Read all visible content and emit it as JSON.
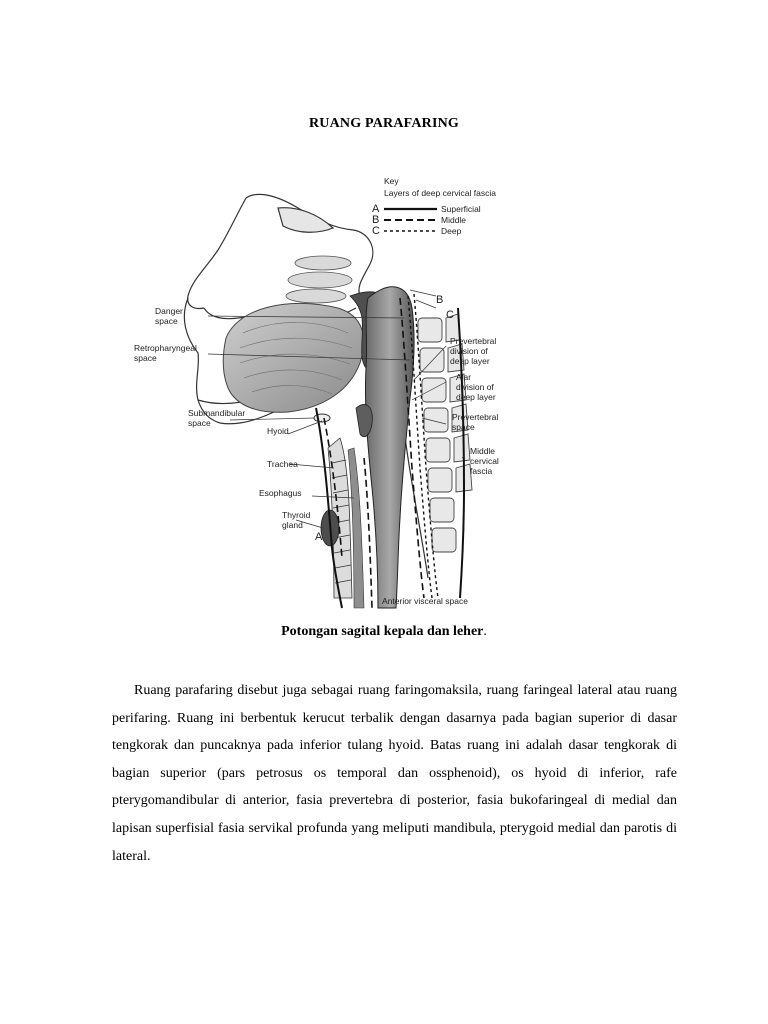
{
  "document": {
    "title": "RUANG PARAFARING",
    "caption": "Potongan sagital kepala dan leher",
    "caption_suffix": ".",
    "paragraph": "Ruang parafaring disebut juga sebagai ruang faringomaksila, ruang faringeal lateral atau ruang perifaring. Ruang ini berbentuk kerucut terbalik dengan dasarnya pada bagian superior di dasar tengkorak dan puncaknya pada inferior tulang hyoid. Batas ruang ini adalah dasar tengkorak di bagian superior (pars petrosus os temporal dan ossphenoid), os hyoid di inferior, rafe pterygomandibular di anterior, fasia prevertebra di posterior, fasia bukofaringeal di medial dan lapisan superfisial fasia servikal profunda yang meliputi mandibula, pterygoid medial dan parotis di lateral."
  },
  "figure": {
    "key_title": "Key",
    "key_subtitle": "Layers of deep cervical fascia",
    "key_items": [
      {
        "letter": "A",
        "label": "Superficial"
      },
      {
        "letter": "B",
        "label": "Middle"
      },
      {
        "letter": "C",
        "label": "Deep"
      }
    ],
    "marker_b": "B",
    "marker_c": "C",
    "marker_a": "A",
    "labels": {
      "danger_1": "Danger",
      "danger_2": "space",
      "retro_1": "Retropharyngeal",
      "retro_2": "space",
      "submand_1": "Submandibular",
      "submand_2": "space",
      "hyoid": "Hyoid",
      "trachea": "Trachea",
      "esophagus": "Esophagus",
      "thyroid_1": "Thyroid",
      "thyroid_2": "gland",
      "preverteb_div_1": "Prevertebral",
      "preverteb_div_2": "division of",
      "preverteb_div_3": "deep layer",
      "alar_1": "Alar",
      "alar_2": "division of",
      "alar_3": "deep layer",
      "preverteb_space_1": "Prevertebral",
      "preverteb_space_2": "space",
      "middle_1": "Middle",
      "middle_2": "cervical",
      "middle_3": "fascia",
      "anterior_visceral": "Anterior visceral space"
    }
  }
}
